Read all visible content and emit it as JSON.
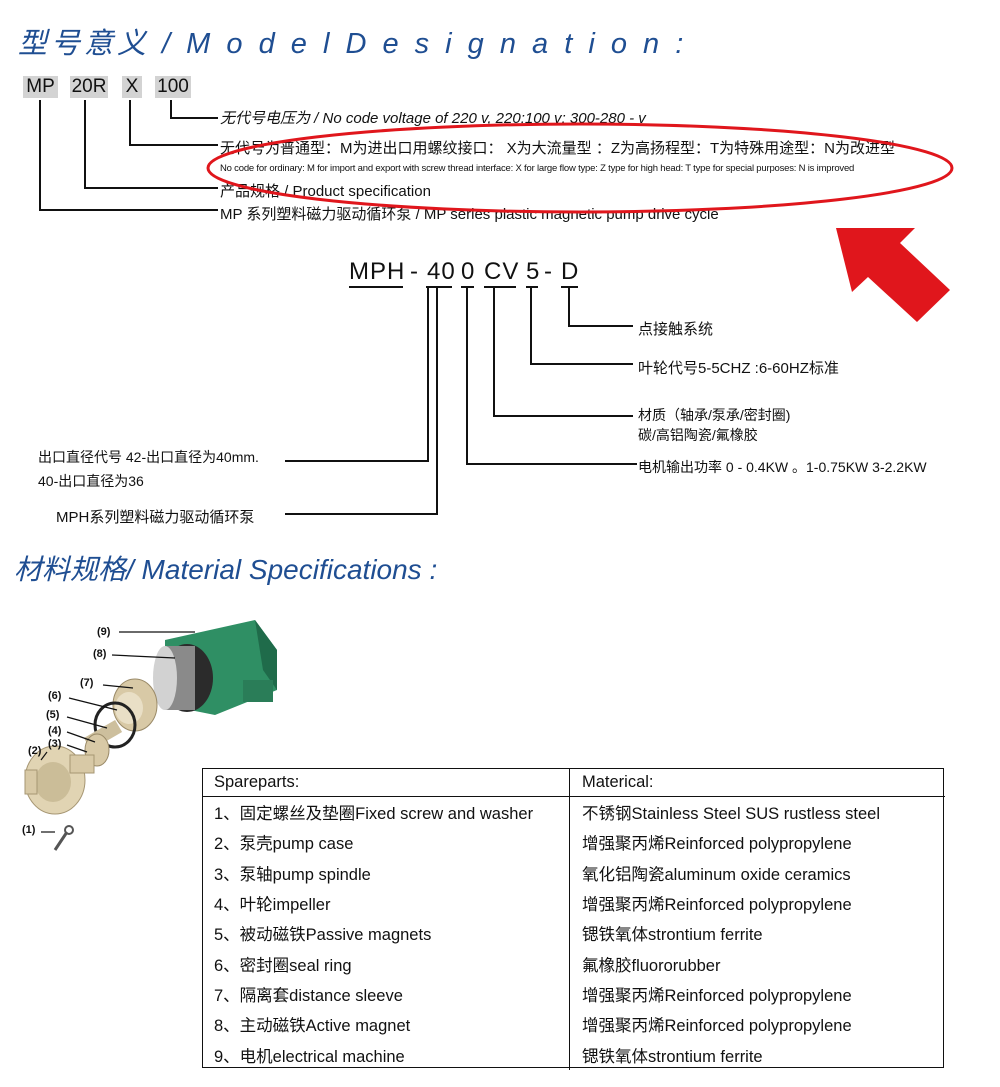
{
  "title_model": "型号意义 / M o d e l D e s i g n a t i o n :",
  "code_boxes": [
    "MP",
    "20R",
    "X",
    "100"
  ],
  "legend_lines": {
    "voltage": "无代号电压为 / No code voltage of 220 v, 220:100 v; 300-280 - v",
    "type_cn": "无代号为普通型：M为进出口用螺纹接口： X为大流量型 ：Z为高扬程型：T为特殊用途型：N为改进型",
    "type_en": "No code for ordinary: M for import and export with screw thread interface: X for large flow type: Z type for high head: T type for special purposes: N is improved",
    "spec": "产品规格 / Product specification",
    "series": "MP 系列塑料磁力驱动循环泵 / MP series plastic magnetic pump drive cycle"
  },
  "mph_code": {
    "parts": [
      "MPH",
      "-",
      "40",
      "0",
      "CV",
      "5",
      "-",
      "D"
    ]
  },
  "mph_labels": {
    "contact": "点接触系统",
    "impeller": "叶轮代号5-5CHZ :6-60HZ标准",
    "material_1": "材质（轴承/泵承/密封圈)",
    "material_2": "碳/高铝陶瓷/氟橡胶",
    "power": "电机输出功率 0 - 0.4KW 。1-0.75KW 3-2.2KW",
    "outlet_1": "出口直径代号 42-出口直径为40mm.",
    "outlet_2": "40-出口直径为36",
    "series": "MPH系列塑料磁力驱动循环泵"
  },
  "title_material": "材料规格/ Material  Specifications :",
  "pump_labels": [
    "(9)",
    "(8)",
    "(7)",
    "(6)",
    "(5)",
    "(4)",
    "(3)",
    "(2)",
    "(1)"
  ],
  "table": {
    "header": [
      "Spareparts:",
      "Materical:"
    ],
    "rows": [
      [
        "1、固定螺丝及垫圈Fixed screw and washer",
        "不锈钢Stainless Steel SUS rustless steel"
      ],
      [
        "2、泵壳pump case",
        "增强聚丙烯Reinforced polypropylene"
      ],
      [
        "3、泵轴pump spindle",
        "氧化铝陶瓷aluminum oxide ceramics"
      ],
      [
        "4、叶轮impeller",
        "增强聚丙烯Reinforced polypropylene"
      ],
      [
        "5、被动磁铁Passive magnets",
        "锶铁氧体strontium ferrite"
      ],
      [
        "6、密封圈seal ring",
        "氟橡胶fluororubber"
      ],
      [
        "7、隔离套distance sleeve",
        "增强聚丙烯Reinforced polypropylene"
      ],
      [
        "8、主动磁铁Active magnet",
        "增强聚丙烯Reinforced polypropylene"
      ],
      [
        "9、电机electrical machine",
        "锶铁氧体strontium ferrite"
      ]
    ]
  },
  "colors": {
    "title": "#1f4e92",
    "highlight": "#e0161c",
    "motor": "#2f8f64",
    "pump": "#d8c9a6"
  }
}
